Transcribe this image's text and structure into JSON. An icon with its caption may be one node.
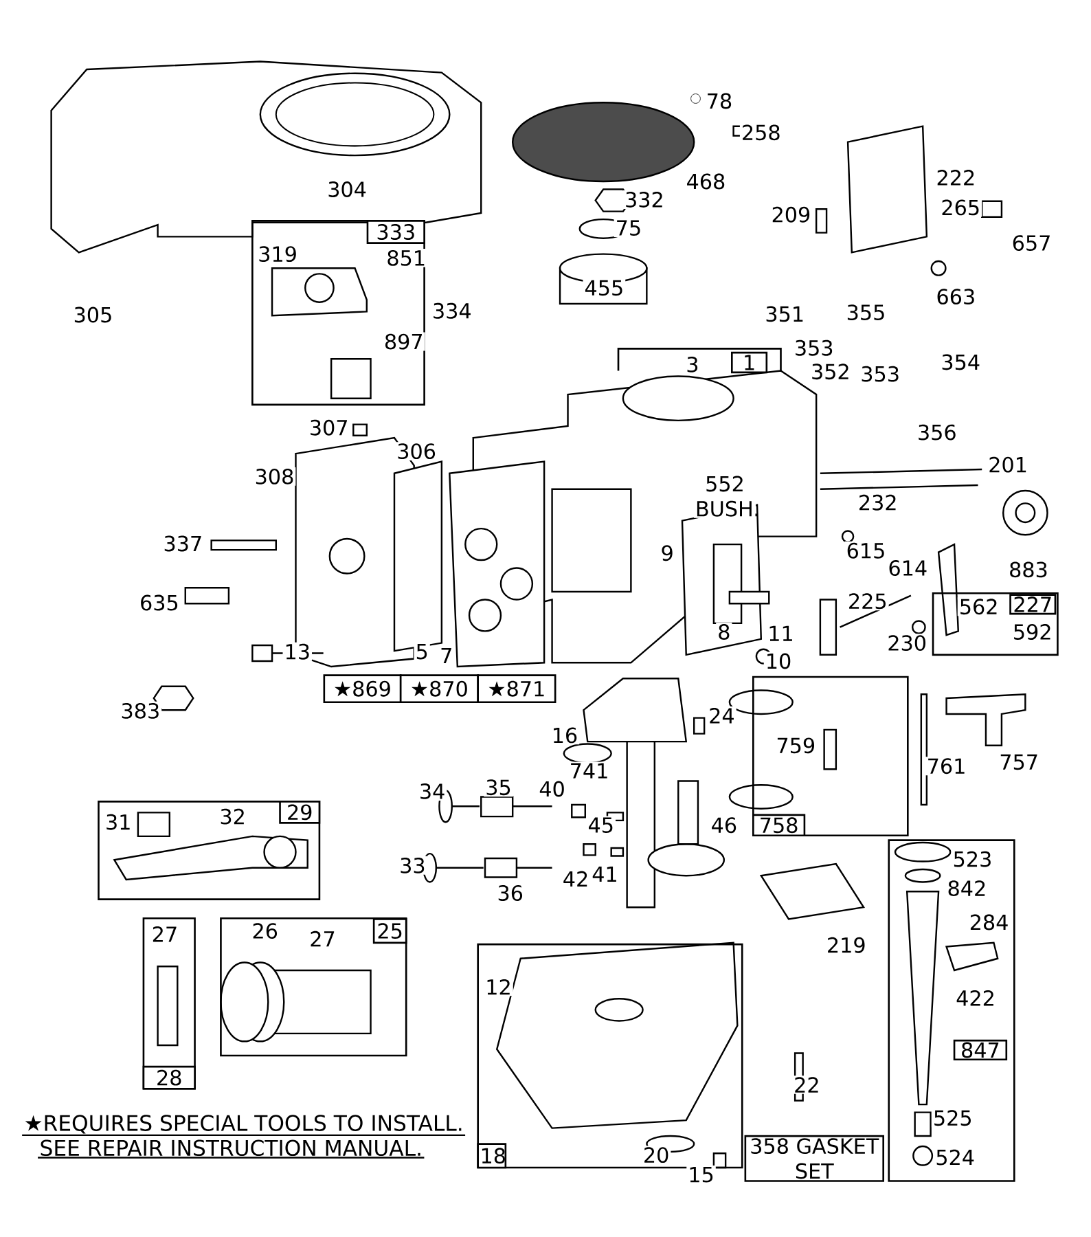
{
  "diagram": {
    "nodes": [
      {
        "text": [
          "333"
        ]
      },
      {
        "text": [
          "1"
        ]
      },
      {
        "text": [
          "227"
        ]
      },
      {
        "text": [
          "★869"
        ]
      },
      {
        "text": [
          "★870"
        ]
      },
      {
        "text": [
          "★871"
        ]
      },
      {
        "text": [
          "29"
        ]
      },
      {
        "text": [
          "758"
        ]
      },
      {
        "text": [
          "25"
        ]
      },
      {
        "text": [
          "28"
        ]
      },
      {
        "text": [
          "847"
        ]
      },
      {
        "text": [
          "18"
        ]
      },
      {
        "text": [
          "358 GASKET SET"
        ]
      }
    ],
    "edges": [],
    "labels": [
      "78",
      "258",
      "222",
      "304",
      "468",
      "332",
      "209",
      "265",
      "75",
      "657",
      "319",
      "851",
      "305",
      "334",
      "455",
      "663",
      "897",
      "351",
      "355",
      "3",
      "353",
      "352",
      "353",
      "354",
      "307",
      "356",
      "306",
      "201",
      "308",
      "552 BUSH.",
      "232",
      "337",
      "9",
      "615",
      "614",
      "883",
      "635",
      "225",
      "562",
      "8",
      "11",
      "230",
      "592",
      "13",
      "5",
      "7",
      "10",
      "383",
      "24",
      "16",
      "759",
      "761",
      "757",
      "741",
      "34",
      "35",
      "40",
      "31",
      "32",
      "45",
      "46",
      "33",
      "42",
      "41",
      "36",
      "523",
      "842",
      "219",
      "284",
      "27",
      "26",
      "27",
      "12",
      "422",
      "22",
      "525",
      "20",
      "15",
      "524",
      "★REQUIRES SPECIAL TOOLS TO INSTALL.",
      "SEE REPAIR INSTRUCTION MANUAL."
    ]
  }
}
